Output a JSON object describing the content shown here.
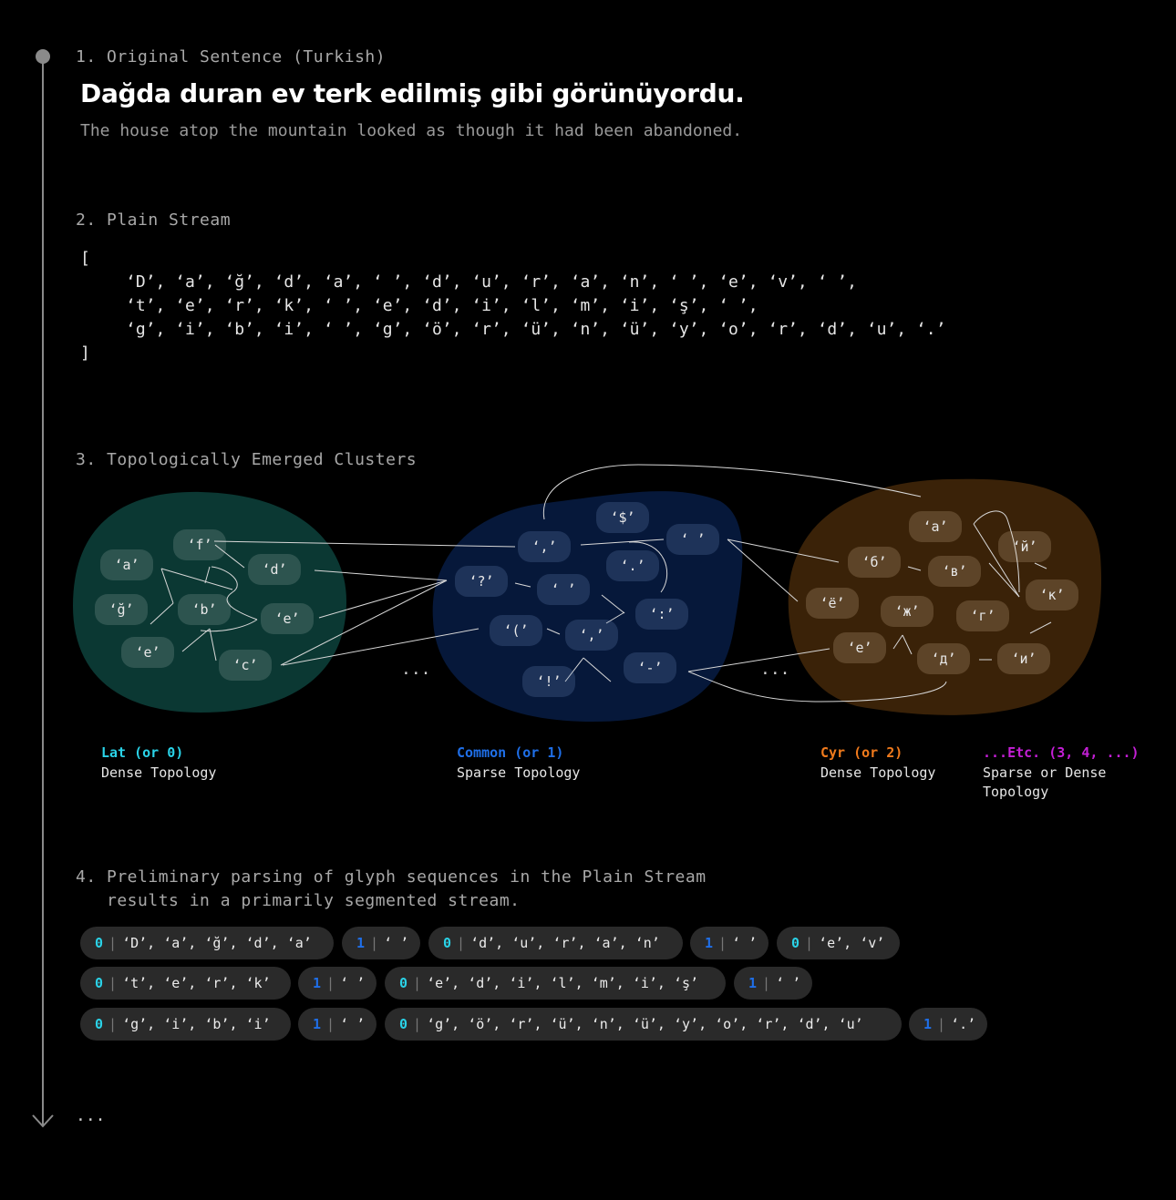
{
  "colors": {
    "lat": "#2ad3e8",
    "common": "#1f6fe8",
    "cyr": "#f07a1c",
    "etc": "#c41fd6",
    "blob_lat": "#0b3833",
    "blob_common": "#06183a",
    "blob_cyr": "#3a2208"
  },
  "section1": {
    "heading": "1. Original Sentence (Turkish)",
    "sentence": "Dağda duran ev terk edilmiş gibi görünüyordu.",
    "translation": "The house atop the mountain looked as though it had been abandoned."
  },
  "section2": {
    "heading": "2. Plain Stream",
    "open_bracket": "[",
    "lines": [
      "‘D’, ‘a’, ‘ğ’, ‘d’, ‘a’, ‘ ’, ‘d’, ‘u’, ‘r’, ‘a’, ‘n’, ‘ ’, ‘e’, ‘v’, ‘ ’,",
      "‘t’, ‘e’, ‘r’, ‘k’, ‘ ’, ‘e’, ‘d’, ‘i’, ‘l’, ‘m’, ‘i’, ‘ş’, ‘ ’,",
      "‘g’, ‘i’, ‘b’, ‘i’, ‘ ’, ‘g’, ‘ö’, ‘r’, ‘ü’, ‘n’, ‘ü’, ‘y’, ‘o’, ‘r’, ‘d’, ‘u’, ‘.’"
    ],
    "close_bracket": "]"
  },
  "section3": {
    "heading": "3. Topologically Emerged Clusters",
    "lat_nodes": [
      "‘f’",
      "‘a’",
      "‘d’",
      "‘ğ’",
      "‘b’",
      "‘e’",
      "‘e’",
      "‘c’"
    ],
    "common_nodes": [
      "‘$’",
      "‘,’",
      "‘ ’",
      "‘?’",
      "‘ ’",
      "‘.’",
      "‘:’",
      "‘(’",
      "‘,’",
      "‘-’",
      "‘!’"
    ],
    "cyr_nodes": [
      "‘а’",
      "‘й’",
      "‘б’",
      "‘в’",
      "‘ё’",
      "‘ж’",
      "‘г’",
      "‘к’",
      "‘е’",
      "‘д’",
      "‘и’"
    ],
    "ellipsis_left": "...",
    "ellipsis_right": "...",
    "legend": {
      "lat_title": "Lat (or 0)",
      "lat_desc": "Dense Topology",
      "common_title": "Common (or 1)",
      "common_desc": "Sparse Topology",
      "cyr_title": "Cyr (or 2)",
      "cyr_desc": "Dense Topology",
      "etc_title": "...Etc. (3, 4, ...)",
      "etc_desc": "Sparse or Dense\nTopology"
    }
  },
  "section4": {
    "heading": "4. Preliminary parsing of glyph sequences in the Plain Stream\n   results in a primarily segmented stream.",
    "rows": [
      [
        {
          "id": "0",
          "text": "‘D’, ‘a’, ‘ğ’, ‘d’, ‘a’"
        },
        {
          "id": "1",
          "text": "‘ ’"
        },
        {
          "id": "0",
          "text": "‘d’, ‘u’, ‘r’, ‘a’, ‘n’"
        },
        {
          "id": "1",
          "text": "‘ ’"
        },
        {
          "id": "0",
          "text": "‘e’, ‘v’"
        }
      ],
      [
        {
          "id": "0",
          "text": "‘t’, ‘e’, ‘r’, ‘k’"
        },
        {
          "id": "1",
          "text": "‘ ’"
        },
        {
          "id": "0",
          "text": "‘e’, ‘d’, ‘i’, ‘l’, ‘m’, ‘i’, ‘ş’"
        },
        {
          "id": "1",
          "text": "‘ ’"
        }
      ],
      [
        {
          "id": "0",
          "text": "‘g’, ‘i’, ‘b’, ‘i’"
        },
        {
          "id": "1",
          "text": "‘ ’"
        },
        {
          "id": "0",
          "text": "‘g’, ‘ö’, ‘r’, ‘ü’, ‘n’, ‘ü’, ‘y’, ‘o’, ‘r’, ‘d’, ‘u’"
        },
        {
          "id": "1",
          "text": "‘.’"
        }
      ]
    ]
  },
  "footer_ellipsis": "..."
}
